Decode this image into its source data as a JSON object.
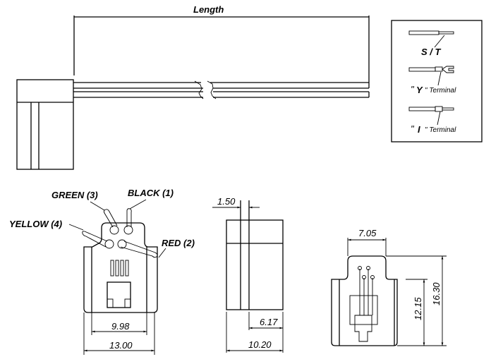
{
  "top_view": {
    "length_label": "Length"
  },
  "terminal_legend": {
    "items": [
      {
        "name": "st",
        "prefix": "",
        "main": "S / T",
        "suffix": ""
      },
      {
        "name": "y-terminal",
        "prefix": "\"",
        "main": "Y",
        "suffix": "\" Terminal"
      },
      {
        "name": "i-terminal",
        "prefix": "\"",
        "main": "I",
        "suffix": "\" Terminal"
      }
    ]
  },
  "front_view": {
    "wires": [
      {
        "color": "GREEN",
        "pin": "(3)",
        "label": "GREEN (3)"
      },
      {
        "color": "BLACK",
        "pin": "(1)",
        "label": "BLACK (1)"
      },
      {
        "color": "YELLOW",
        "pin": "(4)",
        "label": "YELLOW (4)"
      },
      {
        "color": "RED",
        "pin": "(2)",
        "label": "RED (2)"
      }
    ],
    "dim_inner_width": "9.98",
    "dim_outer_width": "13.00"
  },
  "side_view": {
    "dim_slot": "1.50",
    "dim_partial": "6.17",
    "dim_width": "10.20"
  },
  "rear_view": {
    "dim_top_width": "7.05",
    "dim_body_height": "12.15",
    "dim_total_height": "16.30"
  }
}
